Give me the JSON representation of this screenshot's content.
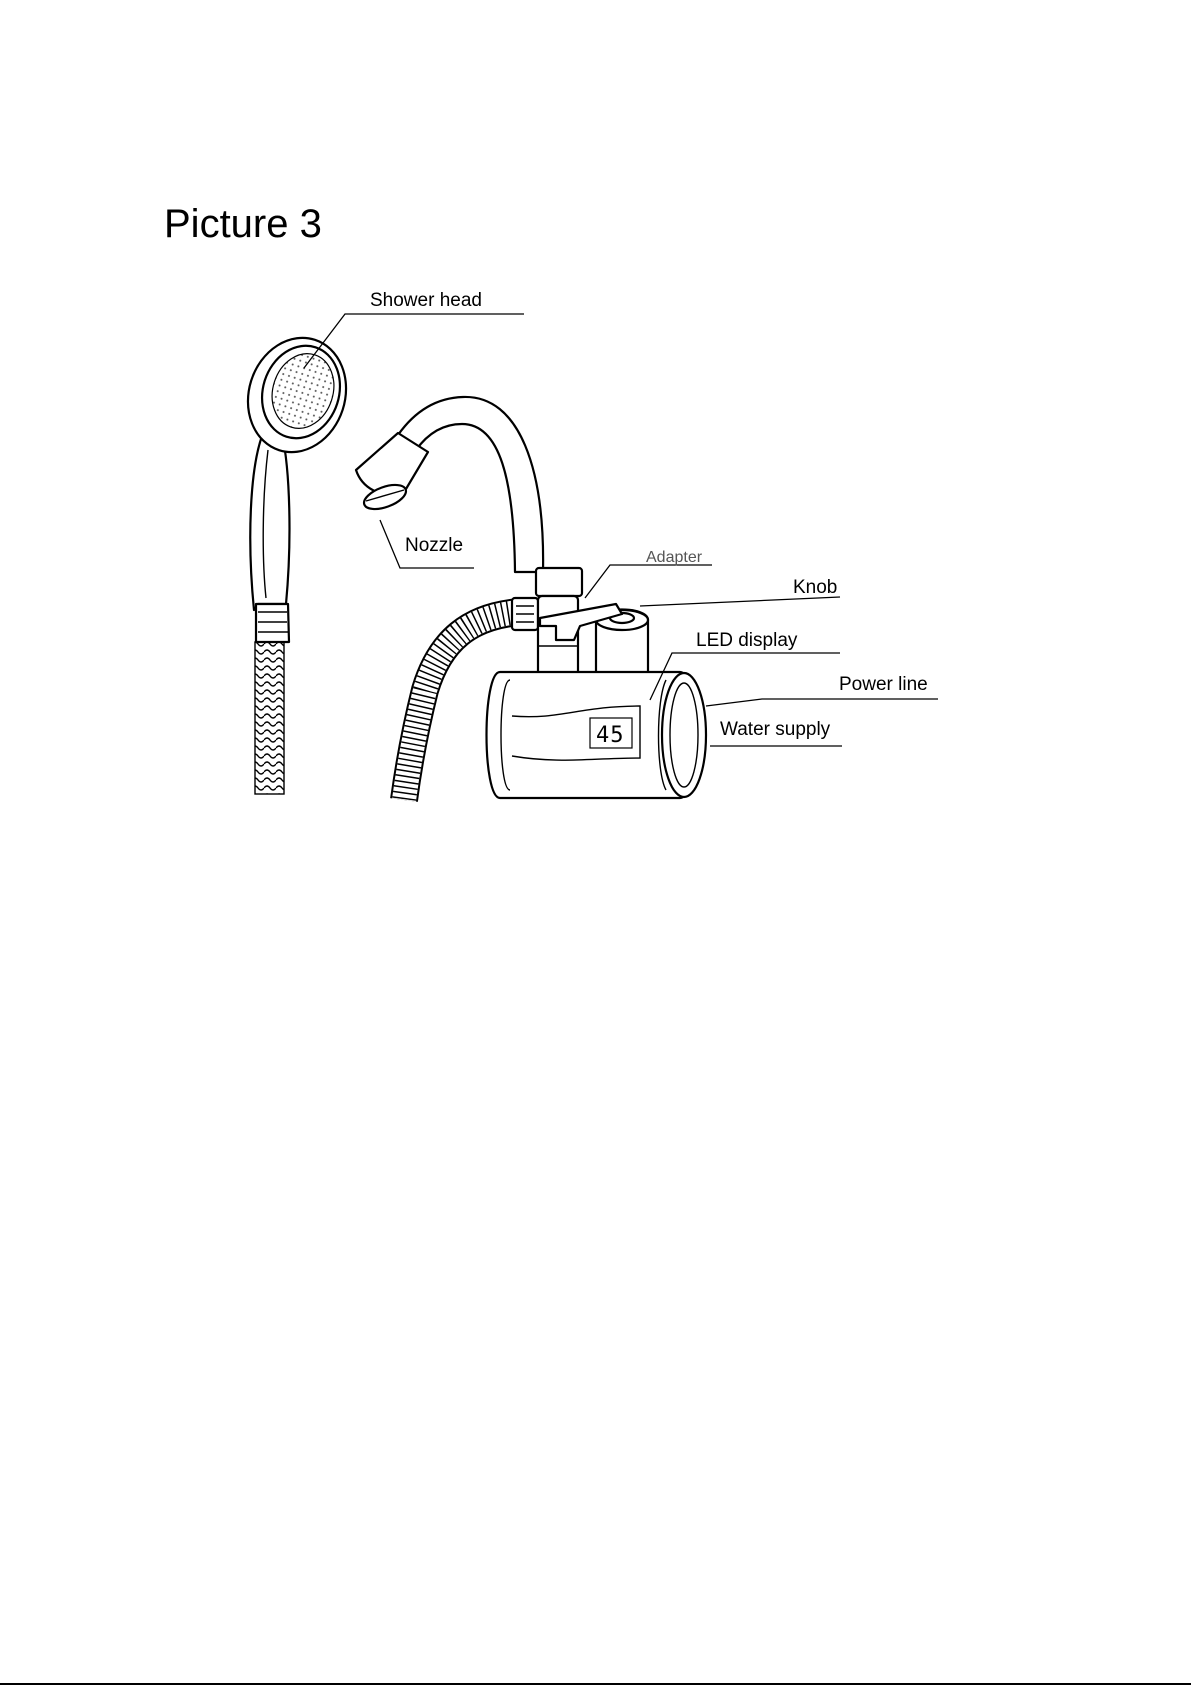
{
  "title": "Picture 3",
  "labels": {
    "shower_head": "Shower head",
    "nozzle": "Nozzle",
    "adapter": "Adapter",
    "knob": "Knob",
    "led_display": "LED display",
    "power_line": "Power line",
    "water_supply": "Water supply"
  },
  "display_value": "45",
  "colors": {
    "ink": "#000000",
    "adapter_label": "#555555"
  }
}
